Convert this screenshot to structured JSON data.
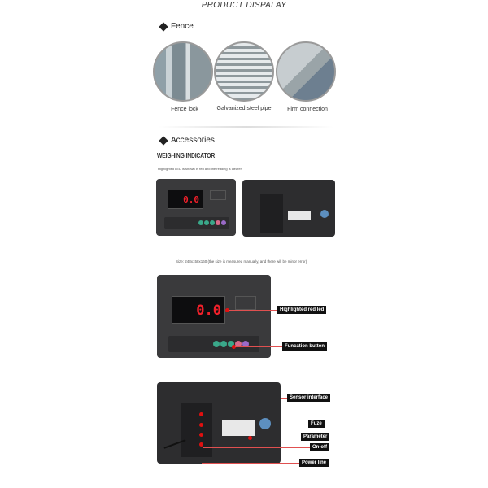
{
  "title": "PRODUCT DISPALAY",
  "fence": {
    "heading": "Fence",
    "items": [
      {
        "caption": "Fence lock"
      },
      {
        "caption": "Galvanized steel pipe"
      },
      {
        "caption": "Firm connection"
      }
    ]
  },
  "accessories": {
    "heading": "Accessories",
    "product_title": "WEIGHING INDICATOR",
    "subtitle": "Highlighted LED is shown in red and the reading is clearer",
    "size_note": "Size: 248x158x160 (the size is measured manually, and there will be minor error)",
    "display_reading": "0.0",
    "front_labels": [
      "Highlighted red led",
      "Funcation button"
    ],
    "back_labels": [
      "Sensor interface",
      "Fuze",
      "Parameter",
      "On-off",
      "Power line"
    ],
    "button_colors": [
      "#3aa88a",
      "#3aa88a",
      "#3aa88a",
      "#d86a8a",
      "#9a6ac8"
    ],
    "accent_color": "#e01010"
  }
}
